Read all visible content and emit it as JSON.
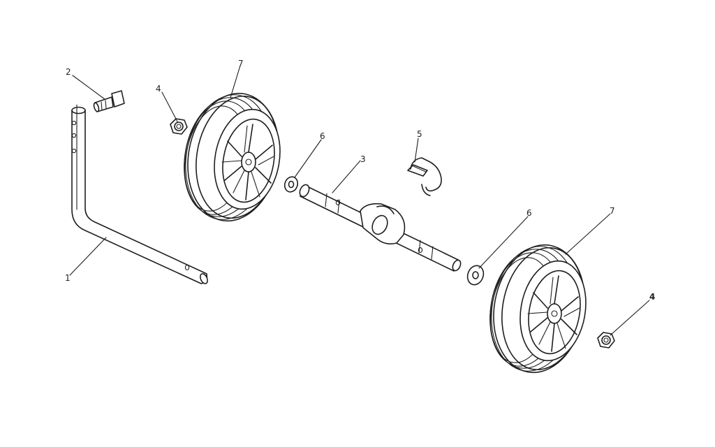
{
  "callouts": [
    {
      "id": "part-1",
      "text": "1"
    },
    {
      "id": "part-2",
      "text": "2"
    },
    {
      "id": "part-3",
      "text": "3"
    },
    {
      "id": "part-4-left",
      "text": "4"
    },
    {
      "id": "part-4-right",
      "text": "4"
    },
    {
      "id": "part-5",
      "text": "5"
    },
    {
      "id": "part-6-left",
      "text": "6"
    },
    {
      "id": "part-6-right",
      "text": "6"
    },
    {
      "id": "part-7-left",
      "text": "7"
    },
    {
      "id": "part-7-right",
      "text": "7"
    }
  ],
  "colors": {
    "ink": "#1e1e1e",
    "background": "#ffffff"
  }
}
